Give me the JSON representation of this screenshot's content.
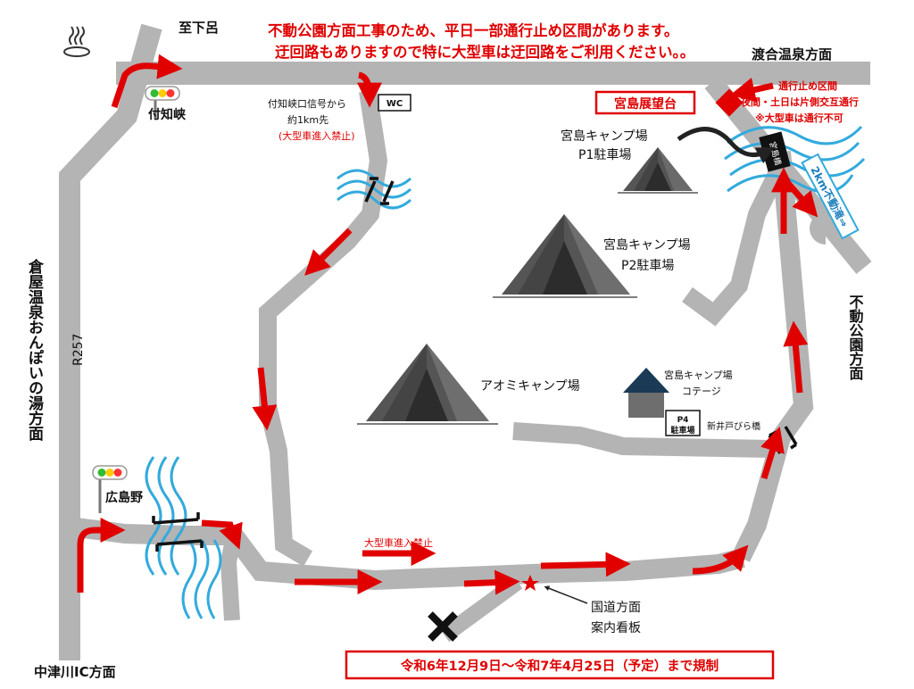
{
  "notice": {
    "line1": "不動公園方面工事のため、平日一部通行止め区間があります。",
    "line2": "迂回路もありますので特に大型車は迂回路をご利用ください。。"
  },
  "places": {
    "shimoro": "至下呂",
    "watarai": "渡合温泉方面",
    "tsukechi": "付知峡",
    "hiroshimano": "広島野",
    "nakatsugawa": "中津川IC方面",
    "kuraya": "倉屋温泉おんぽいの湯方面",
    "route": "R257",
    "fudo": "不動公園方面"
  },
  "signal_note": {
    "line1": "付知峡口信号から",
    "line2": "約1km先",
    "line3": "(大型車進入禁止)"
  },
  "wc": "WC",
  "miyajima_observatory": "宮島展望台",
  "closure": {
    "line1": "通行止め区間",
    "line2": "夜間・土日は片側交互通行",
    "line3": "※大型車は通行不可"
  },
  "detour_2km": "2km不動滝⇒",
  "bridge_label": "宮島橋",
  "camps": {
    "p1": {
      "line1": "宮島キャンプ場",
      "line2": "P1駐車場"
    },
    "p2": {
      "line1": "宮島キャンプ場",
      "line2": "P2駐車場"
    },
    "aomi": "アオミキャンプ場",
    "cottage": {
      "line1": "宮島キャンプ場",
      "line2": "コテージ"
    },
    "p4": {
      "line1": "P4",
      "line2": "駐車場"
    }
  },
  "niiido_bridge": "新井戸びら橋",
  "no_large_vehicles": "大型車進入禁止",
  "guide_sign": {
    "line1": "国道方面",
    "line2": "案内看板"
  },
  "period": "令和6年12月9日～令和7年4月25日（予定）まで規制",
  "colors": {
    "road": "#b4b4b4",
    "arrow": "#e00000",
    "water": "#33aadd",
    "tent": "#555555",
    "text": "#111111"
  }
}
